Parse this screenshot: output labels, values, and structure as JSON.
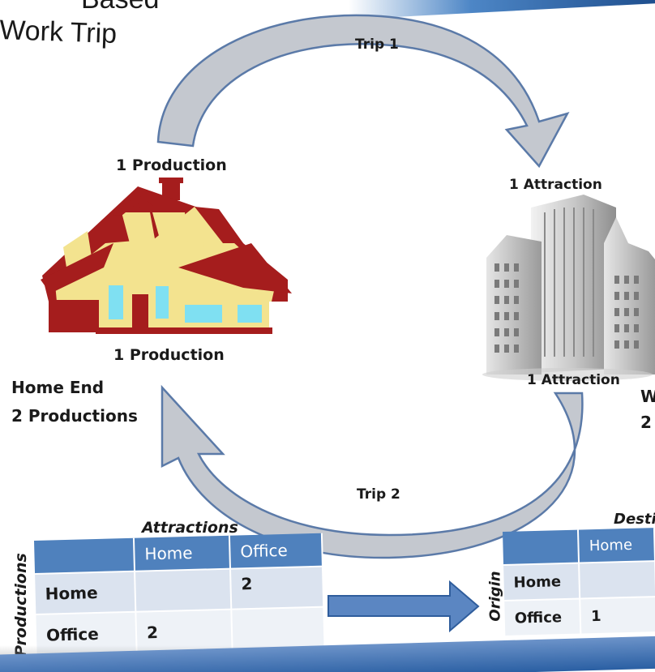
{
  "slide": {
    "title_line1": "Based",
    "title_line2": "Work Trip"
  },
  "diagram": {
    "trip1_label": "Trip 1",
    "trip2_label": "Trip 2",
    "home_top_label": "1 Production",
    "home_bottom_label": "1 Production",
    "office_top_label": "1 Attraction",
    "office_bottom_label": "1 Attraction",
    "home_end_line1": "Home End",
    "home_end_line2": "2 Productions",
    "work_end_line1": "W",
    "work_end_line2": "2",
    "colors": {
      "arrow_fill": "#c4c8cf",
      "arrow_stroke": "#5b7aa8",
      "roof": "#a51d1d",
      "house_wall": "#f3e38f",
      "window": "#7fe0f2",
      "building": "#b9b9b9",
      "table_header": "#4f81bd"
    },
    "icons": [
      "house-icon",
      "office-buildings-icon",
      "right-arrow-icon"
    ]
  },
  "pa_table": {
    "top_label": "Attractions",
    "side_label": "Productions",
    "headers": [
      "Home",
      "Office"
    ],
    "rows": [
      {
        "label": "Home",
        "cells": [
          "",
          "2"
        ]
      },
      {
        "label": "Office",
        "cells": [
          "2",
          ""
        ]
      }
    ]
  },
  "od_table": {
    "top_label": "Desti",
    "side_label": "Origin",
    "headers": [
      "Home"
    ],
    "rows": [
      {
        "label": "Home",
        "cells": [
          ""
        ]
      },
      {
        "label": "Office",
        "cells": [
          "1"
        ]
      }
    ]
  }
}
